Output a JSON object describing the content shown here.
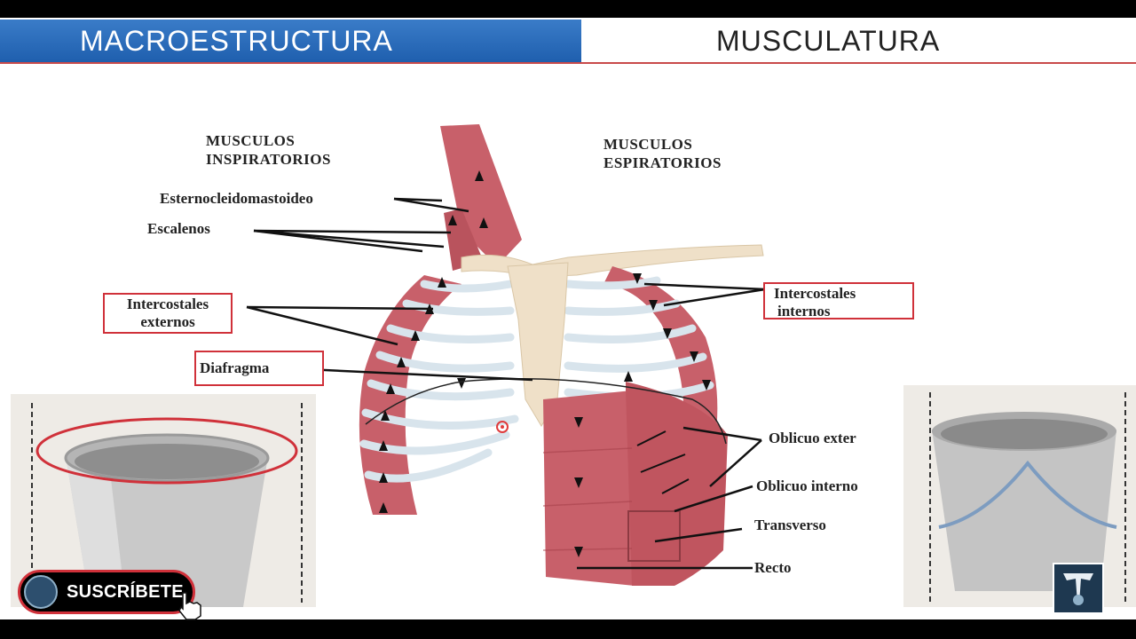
{
  "header": {
    "left_title": "MACROESTRUCTURA",
    "right_title": "MUSCULATURA"
  },
  "labels": {
    "inspiratory_title_1": "MUSCULOS",
    "inspiratory_title_2": "INSPIRATORIOS",
    "expiratory_title_1": "MUSCULOS",
    "expiratory_title_2": "ESPIRATORIOS",
    "scm": "Esternocleidomastoideo",
    "scalenes": "Escalenos",
    "ext_intercostals_1": "Intercostales",
    "ext_intercostals_2": "externos",
    "diaphragm": "Diafragma",
    "int_intercostals_1": "Intercostales",
    "int_intercostals_2": "internos",
    "ext_oblique": "Oblicuo exter",
    "int_oblique": "Oblicuo interno",
    "transverse": "Transverso",
    "rectus": "Recto"
  },
  "subscribe": {
    "label": "SUSCRÍBETE"
  },
  "colors": {
    "header_blue": "#2a6cbc",
    "accent_red": "#d0313a",
    "muscle": "#c8606a",
    "bone": "#efe0c8"
  },
  "icons": [
    "hand-pointer-icon",
    "channel-avatar-icon",
    "channel-logo-icon"
  ]
}
